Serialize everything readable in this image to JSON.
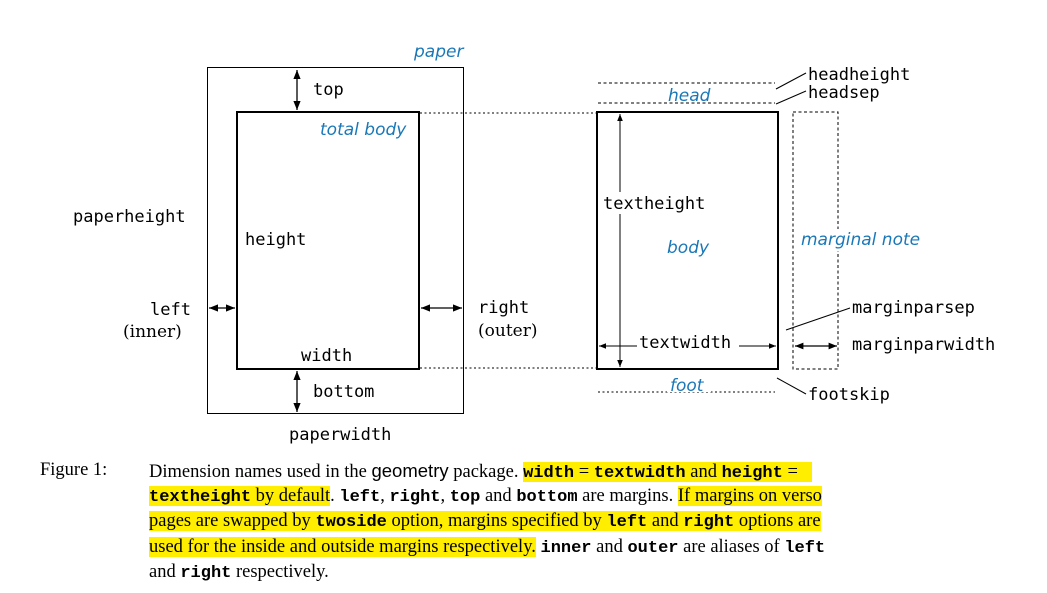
{
  "diagram": {
    "labels": {
      "paper": "paper",
      "top": "top",
      "total_body": "total body",
      "paperheight": "paperheight",
      "height": "height",
      "left": "left",
      "inner": "(inner)",
      "right": "right",
      "outer": "(outer)",
      "width": "width",
      "bottom": "bottom",
      "paperwidth": "paperwidth",
      "head": "head",
      "headheight": "headheight",
      "headsep": "headsep",
      "textheight": "textheight",
      "body": "body",
      "marginal_note": "marginal note",
      "marginparsep": "marginparsep",
      "textwidth": "textwidth",
      "marginparwidth": "marginparwidth",
      "foot": "foot",
      "footskip": "footskip"
    }
  },
  "caption": {
    "label": "Figure 1:",
    "text": {
      "t01": "Dimension names used in the",
      "t02": "geometry",
      "t03": "package.",
      "t04": "width",
      "t05": "=",
      "t06": "textwidth",
      "t07": "and",
      "t08": "height",
      "t09": "=",
      "t10": "textheight",
      "t11": "by default",
      "t12": ".",
      "t13": "left",
      "t14": ",",
      "t15": "right",
      "t16": ",",
      "t17": "top",
      "t18": "and",
      "t19": "bottom",
      "t20": "are margins.",
      "t21": "If margins on verso",
      "t22": "pages are swapped by",
      "t23": "twoside",
      "t24": "option, margins specified by",
      "t25": "left",
      "t26": "and",
      "t27": "right",
      "t28": "options are",
      "t29": "used for the inside and outside margins respectively.",
      "t30": "inner",
      "t31": "and",
      "t32": "outer",
      "t33": "are aliases of",
      "t34": "left",
      "t35": "and",
      "t36": "right",
      "t37": "respectively."
    }
  },
  "colors": {
    "label_blue": "#1a78b8",
    "highlight": "#ffee00"
  }
}
